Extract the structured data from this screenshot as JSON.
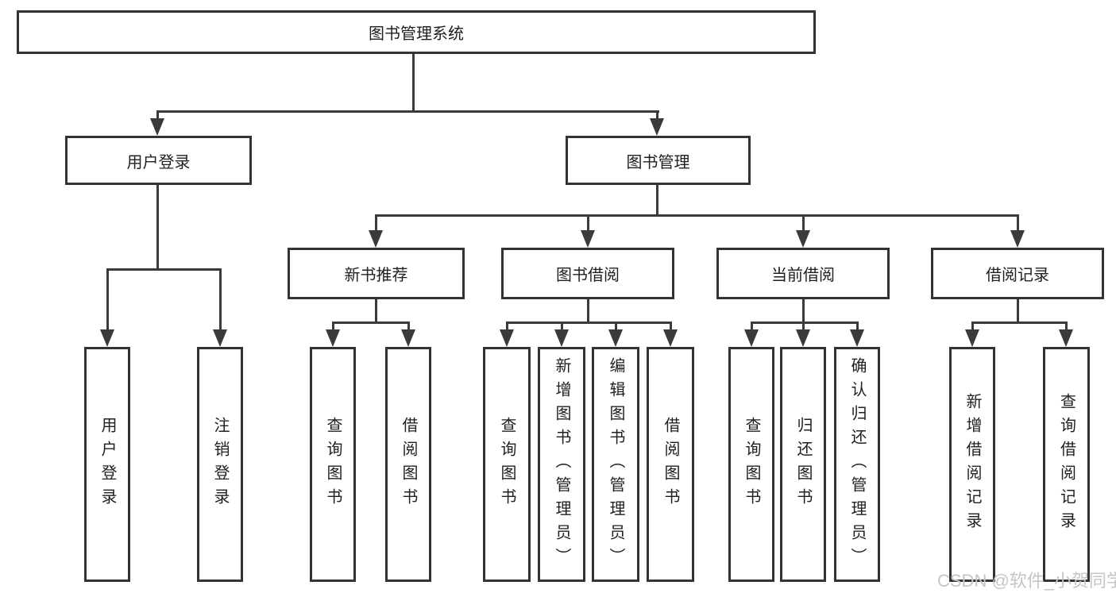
{
  "colors": {
    "background": "#ffffff",
    "line": "#3a3a3a",
    "box_border": "#333333",
    "text": "#1f1f1f",
    "watermark": "#c2c6ca"
  },
  "watermark": {
    "text": "CSDN @软件_小贺同学"
  },
  "tree": {
    "root": {
      "label": "图书管理系统",
      "children": [
        {
          "label": "用户登录",
          "children": [
            {
              "label": "用户登录"
            },
            {
              "label": "注销登录"
            }
          ]
        },
        {
          "label": "图书管理",
          "children": [
            {
              "label": "新书推荐",
              "children": [
                {
                  "label": "查询图书"
                },
                {
                  "label": "借阅图书"
                }
              ]
            },
            {
              "label": "图书借阅",
              "children": [
                {
                  "label": "查询图书"
                },
                {
                  "label": "新增图书（管理员）"
                },
                {
                  "label": "编辑图书（管理员）"
                },
                {
                  "label": "借阅图书"
                }
              ]
            },
            {
              "label": "当前借阅",
              "children": [
                {
                  "label": "查询图书"
                },
                {
                  "label": "归还图书"
                },
                {
                  "label": "确认归还（管理员）"
                }
              ]
            },
            {
              "label": "借阅记录",
              "children": [
                {
                  "label": "新增借阅记录"
                },
                {
                  "label": "查询借阅记录"
                }
              ]
            }
          ]
        }
      ]
    }
  }
}
